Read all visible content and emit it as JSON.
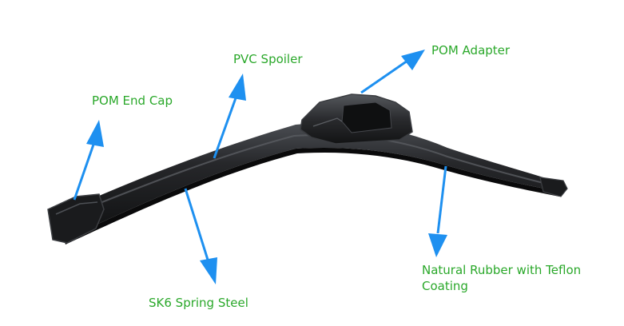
{
  "colors": {
    "label_text": "#2aa82a",
    "arrow": "#1e90f0",
    "blade_body": "#1b1c1e",
    "blade_highlight": "#5a5d62"
  },
  "labels": {
    "end_cap": "POM End Cap",
    "spoiler": "PVC Spoiler",
    "adapter": "POM Adapter",
    "spring_steel": "SK6 Spring Steel",
    "rubber_line1": "Natural Rubber with Teflon",
    "rubber_line2": "Coating"
  }
}
